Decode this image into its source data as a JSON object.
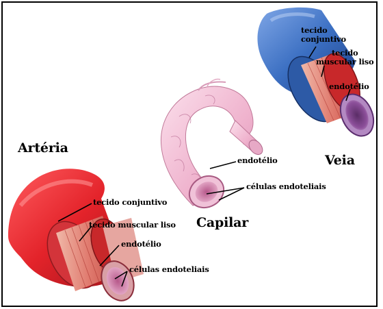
{
  "titles": {
    "arteria": "Artéria",
    "capilar": "Capilar",
    "veia": "Veia"
  },
  "arteria_labels": {
    "tecido_conjuntivo": "tecido conjuntivo",
    "tecido_muscular": "tecido muscular liso",
    "endotelio": "endotélio",
    "celulas": "células endoteliais"
  },
  "capilar_labels": {
    "endotelio": "endotélio",
    "celulas": "células endoteliais"
  },
  "veia_labels": {
    "tecido_conjuntivo": "tecido\nconjuntivo",
    "tecido_muscular": "tecido\nmuscular liso",
    "endotelio": "endotélio"
  },
  "colors": {
    "artery_red": "#e8262c",
    "muscle_red": "#c8282a",
    "capillary_pink": "#f3c4da",
    "vein_blue": "#3b6fc2",
    "lumen_purple": "#9a5aa8"
  }
}
